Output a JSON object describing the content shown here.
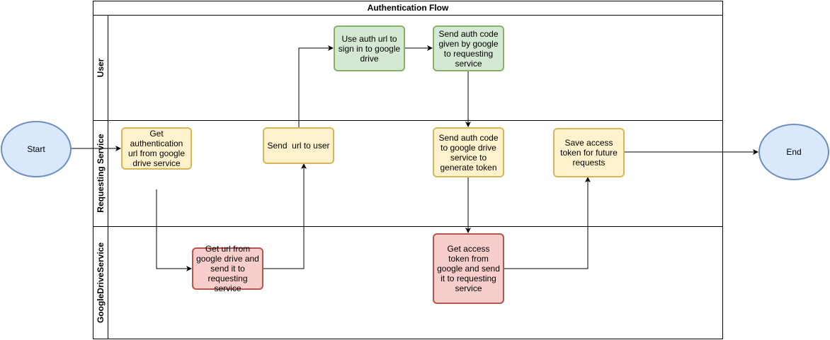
{
  "title": "Authentication Flow",
  "lanes": {
    "user": "User",
    "requesting": "Requesting Service",
    "google": "GoogleDriveService"
  },
  "start_label": "Start",
  "end_label": "End",
  "nodes": {
    "get_auth_url": "Get authentication url from google drive service",
    "get_url_from_google": "Get url from google drive and send it to requesting service",
    "send_url": "Send  url to user",
    "sign_in": "Use auth url to sign in to google drive",
    "send_auth_code_user": "Send auth code given by google to requesting service",
    "send_auth_code_google": "Send auth code to google drive service to generate token",
    "get_access_token": "Get access token from google and send it to requesting service",
    "save_token": "Save access token for future requests"
  },
  "colors": {
    "user_task_fill": "#d5e8d4",
    "user_task_stroke": "#82b366",
    "service_task_fill": "#fff2cc",
    "service_task_stroke": "#d6b656",
    "google_task_fill": "#f8cecc",
    "google_task_stroke": "#b85450",
    "terminal_fill": "#dae8fc",
    "terminal_stroke": "#6c8ebf"
  }
}
